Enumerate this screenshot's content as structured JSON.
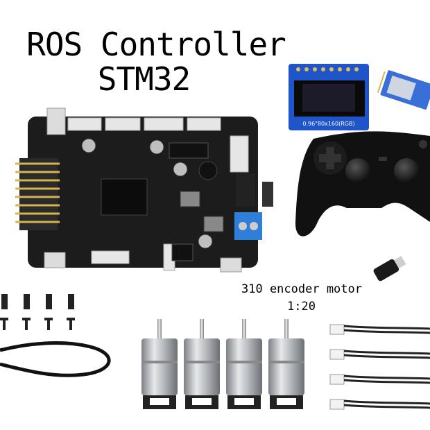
{
  "product": {
    "title_line1": "ROS Controller",
    "title_line2": "STM32",
    "motor_caption_line1": "310 encoder motor",
    "motor_caption_line2": "1:20",
    "oled_label": "0.96\"80x160(RGB)"
  },
  "colors": {
    "board": "#1c1c1c",
    "oled_pcb": "#1f55c8",
    "bt_pcb": "#3a6fd8",
    "gamepad": "#111111",
    "terminal": "#2f7fd8",
    "motor_metal": "#b9bcc0"
  },
  "icons": [
    "controller-board",
    "oled-display-module",
    "bluetooth-module",
    "gamepad",
    "usb-receiver",
    "standoffs-and-screws",
    "power-cable",
    "encoder-motors",
    "ribbon-cables"
  ]
}
